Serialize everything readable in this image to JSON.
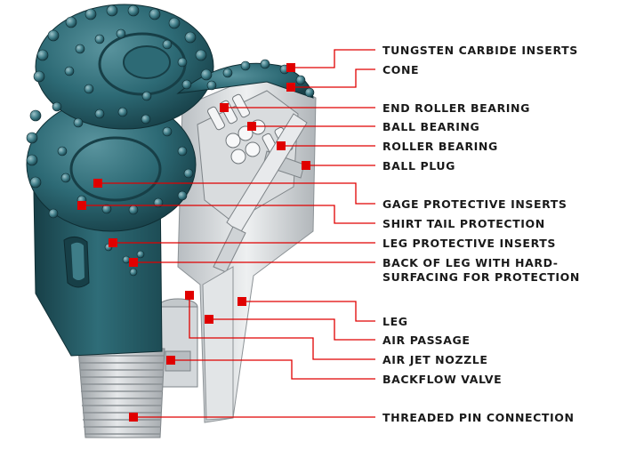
{
  "colors": {
    "marker": "#e00000",
    "leader": "#e00000",
    "cone_dark": "#1f4f58",
    "cone_mid": "#2d6a75",
    "cone_light": "#5a949e",
    "metal": "#c9ced2",
    "thread": "#b9bec2"
  },
  "labels": [
    {
      "id": "tungsten-carbide-inserts",
      "text": "TUNGSTEN CARBIDE INSERTS"
    },
    {
      "id": "cone",
      "text": "CONE"
    },
    {
      "id": "end-roller-bearing",
      "text": "END ROLLER BEARING"
    },
    {
      "id": "ball-bearing",
      "text": "BALL BEARING"
    },
    {
      "id": "roller-bearing",
      "text": "ROLLER BEARING"
    },
    {
      "id": "ball-plug",
      "text": "BALL PLUG"
    },
    {
      "id": "gage-protective-inserts",
      "text": "GAGE PROTECTIVE INSERTS"
    },
    {
      "id": "shirt-tail-protection",
      "text": "SHIRT TAIL PROTECTION"
    },
    {
      "id": "leg-protective-inserts",
      "text": "LEG PROTECTIVE INSERTS"
    },
    {
      "id": "back-of-leg",
      "text": "BACK OF LEG WITH HARD-",
      "text2": "SURFACING FOR PROTECTION"
    },
    {
      "id": "leg",
      "text": "LEG"
    },
    {
      "id": "air-passage",
      "text": "AIR PASSAGE"
    },
    {
      "id": "air-jet-nozzle",
      "text": "AIR JET NOZZLE"
    },
    {
      "id": "backflow-valve",
      "text": "BACKFLOW VALVE"
    },
    {
      "id": "threaded-pin-connection",
      "text": "THREADED PIN CONNECTION"
    }
  ]
}
